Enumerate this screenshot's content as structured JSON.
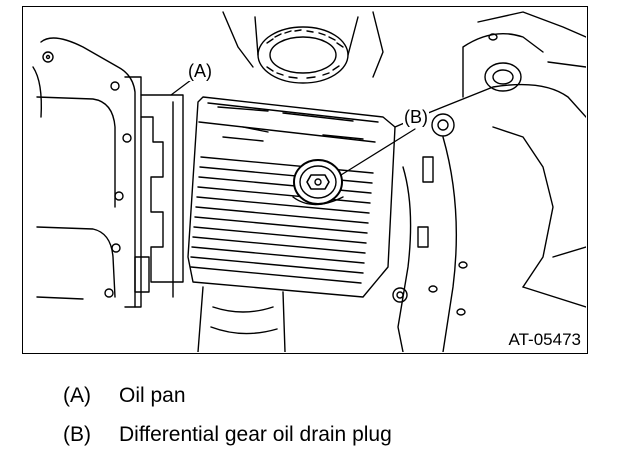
{
  "figure": {
    "code": "AT-05473",
    "callouts": [
      {
        "key": "(A)"
      },
      {
        "key": "(B)"
      }
    ]
  },
  "legend": [
    {
      "key": "(A)",
      "text": "Oil pan"
    },
    {
      "key": "(B)",
      "text": "Differential gear oil drain plug"
    }
  ]
}
